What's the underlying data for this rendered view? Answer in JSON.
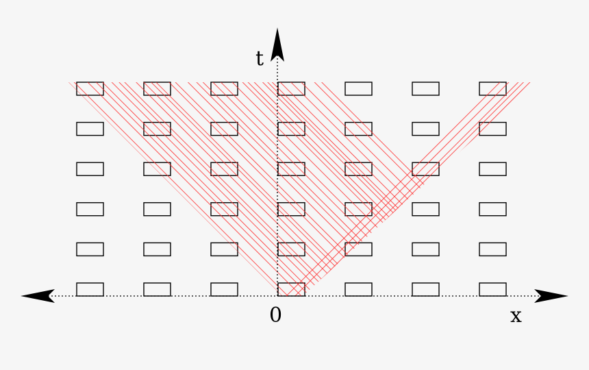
{
  "diagram": {
    "axis_labels": {
      "time": "t",
      "space": "x",
      "origin": "0"
    },
    "grid": {
      "columns": 7,
      "rows": 6
    },
    "colors": {
      "lines": "#ff2a2a",
      "boxes": "#000000",
      "axes": "#000000",
      "background": "#f6f6f6"
    }
  }
}
